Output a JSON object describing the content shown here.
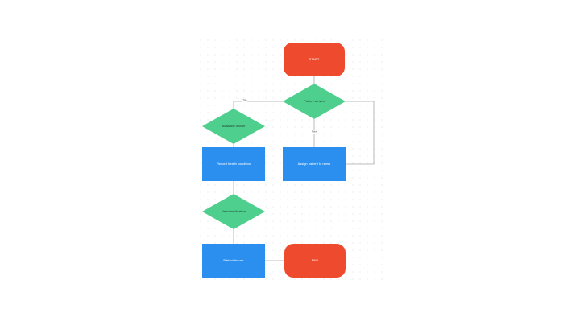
{
  "diagram": {
    "title": "",
    "nodes": [
      {
        "id": "start",
        "shape": "terminal",
        "label": "START"
      },
      {
        "id": "patient_arrives",
        "shape": "decision",
        "label": "Patient arrives"
      },
      {
        "id": "available_doctor",
        "shape": "decision",
        "label": "Available doctor"
      },
      {
        "id": "assign_nurse",
        "shape": "process",
        "label": "Assign patient to nurse"
      },
      {
        "id": "record_health",
        "shape": "process",
        "label": "Record health condition"
      },
      {
        "id": "need_medication",
        "shape": "decision",
        "label": "Need medication"
      },
      {
        "id": "patient_leaves",
        "shape": "process",
        "label": "Patient leaves"
      },
      {
        "id": "end",
        "shape": "terminal",
        "label": "END"
      }
    ],
    "edges": [
      {
        "from": "start",
        "to": "patient_arrives",
        "label": ""
      },
      {
        "from": "patient_arrives",
        "to": "available_doctor",
        "label": "True"
      },
      {
        "from": "patient_arrives",
        "to": "assign_nurse",
        "label": "False"
      },
      {
        "from": "assign_nurse",
        "to": "patient_arrives",
        "label": ""
      },
      {
        "from": "available_doctor",
        "to": "record_health",
        "label": ""
      },
      {
        "from": "record_health",
        "to": "need_medication",
        "label": ""
      },
      {
        "from": "need_medication",
        "to": "patient_leaves",
        "label": ""
      },
      {
        "from": "patient_leaves",
        "to": "end",
        "label": ""
      }
    ]
  },
  "colors": {
    "terminal": "#ee4b2e",
    "decision": "#4fcf8e",
    "process": "#2b8ff0",
    "connector": "#a8a8a8",
    "grid_dot": "#d5d5d5",
    "terminal_text": "#ffffff",
    "decision_text": "#1f3a2c",
    "process_text": "#ffffff"
  }
}
